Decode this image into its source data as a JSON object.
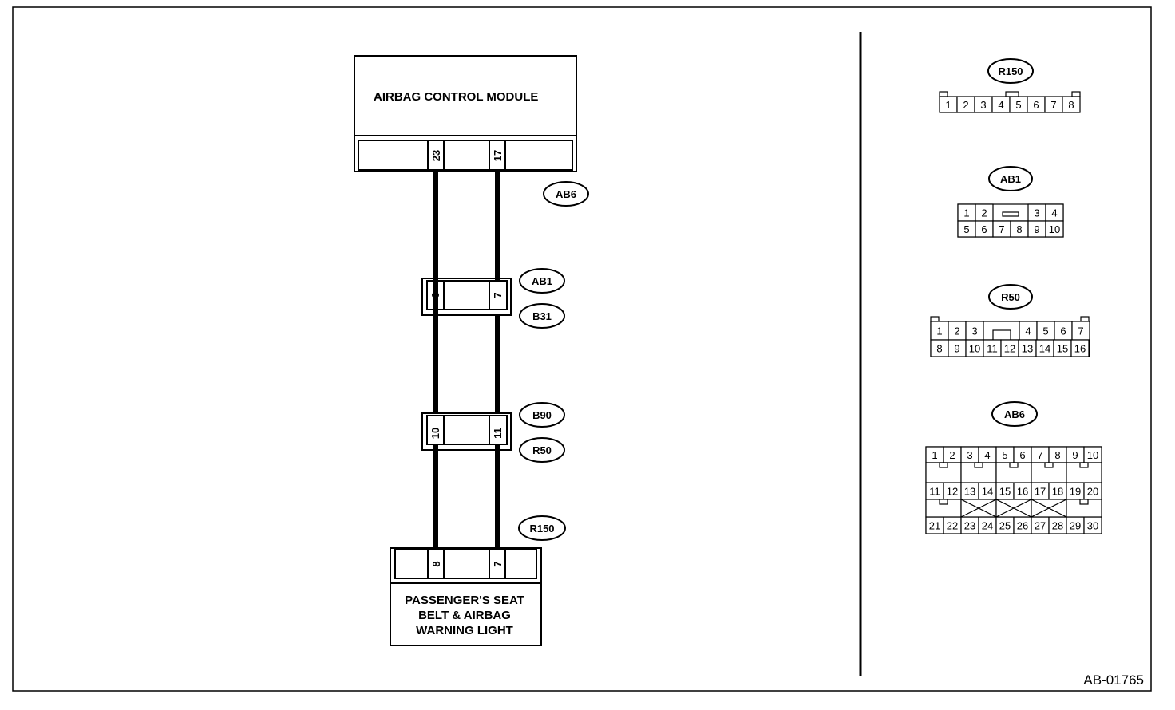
{
  "module": {
    "title": "AIRBAG CONTROL MODULE",
    "pins": [
      "23",
      "17"
    ],
    "connector": "AB6"
  },
  "joint1": {
    "pins": [
      "6",
      "7"
    ],
    "connector_top": "AB1",
    "connector_bottom": "B31"
  },
  "joint2": {
    "pins": [
      "10",
      "11"
    ],
    "connector_top": "B90",
    "connector_bottom": "R50"
  },
  "light": {
    "pins": [
      "8",
      "7"
    ],
    "connector": "R150",
    "title_lines": [
      "PASSENGER'S SEAT",
      "BELT & AIRBAG",
      "WARNING LIGHT"
    ]
  },
  "connector_views": {
    "r150": {
      "label": "R150",
      "pins": [
        "1",
        "2",
        "3",
        "4",
        "5",
        "6",
        "7",
        "8"
      ]
    },
    "ab1": {
      "label": "AB1",
      "top": [
        "1",
        "2",
        "3",
        "4"
      ],
      "bottom": [
        "5",
        "6",
        "7",
        "8",
        "9",
        "10"
      ]
    },
    "r50": {
      "label": "R50",
      "top": [
        "1",
        "2",
        "3",
        "4",
        "5",
        "6",
        "7"
      ],
      "bottom": [
        "8",
        "9",
        "10",
        "11",
        "12",
        "13",
        "14",
        "15",
        "16"
      ]
    },
    "ab6": {
      "label": "AB6",
      "row1": [
        "1",
        "2",
        "3",
        "4",
        "5",
        "6",
        "7",
        "8",
        "9",
        "10"
      ],
      "row2": [
        "11",
        "12",
        "13",
        "14",
        "15",
        "16",
        "17",
        "18",
        "19",
        "20"
      ],
      "row3": [
        "21",
        "22",
        "23",
        "24",
        "25",
        "26",
        "27",
        "28",
        "29",
        "30"
      ]
    }
  },
  "figure_code": "AB-01765"
}
